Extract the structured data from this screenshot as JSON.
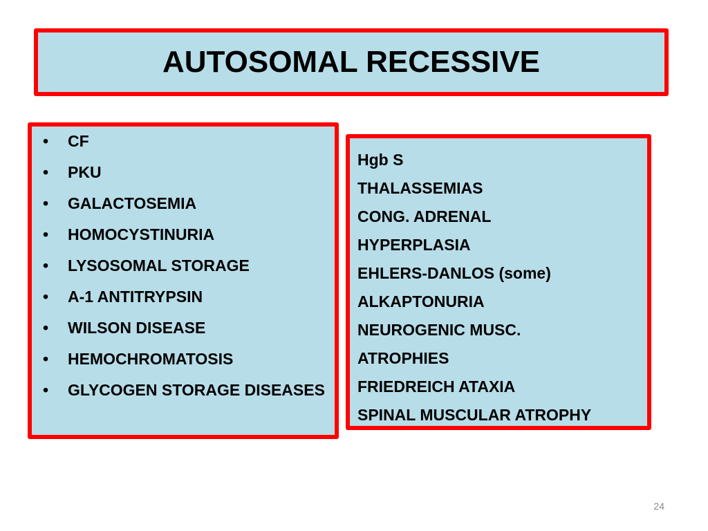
{
  "title": "AUTOSOMAL RECESSIVE",
  "left_items": [
    "CF",
    "PKU",
    "GALACTOSEMIA",
    "HOMOCYSTINURIA",
    "LYSOSOMAL STORAGE",
    "A-1 ANTITRYPSIN",
    "WILSON DISEASE",
    "HEMOCHROMATOSIS",
    "GLYCOGEN STORAGE DISEASES"
  ],
  "bullet_glyph": "•",
  "right_lines": [
    "Hgb S",
    "THALASSEMIAS",
    "CONG. ADRENAL",
    "HYPERPLASIA",
    "EHLERS-DANLOS (some)",
    "ALKAPTONURIA",
    "NEUROGENIC MUSC.",
    "ATROPHIES",
    "FRIEDREICH ATAXIA",
    "SPINAL MUSCULAR ATROPHY"
  ],
  "page_number": "24",
  "colors": {
    "box_fill": "#b7dde8",
    "box_border": "#ff0000",
    "text": "#000000",
    "page_number": "#8a8a8a"
  }
}
